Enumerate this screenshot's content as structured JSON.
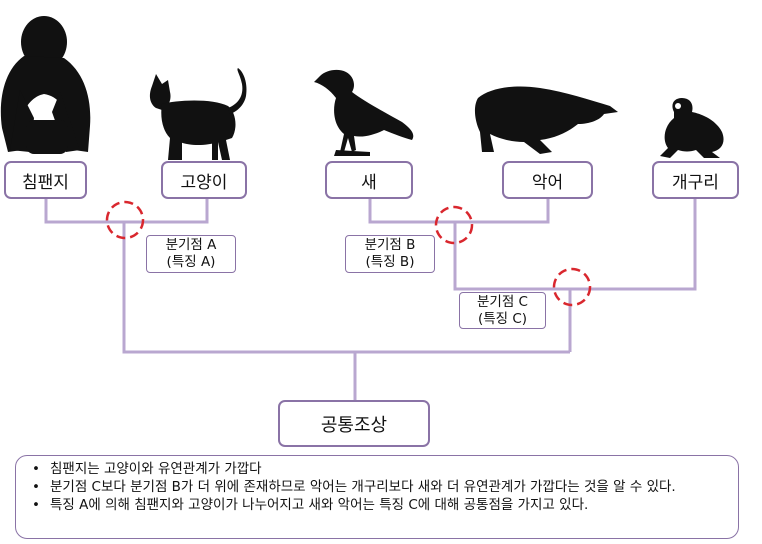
{
  "taxa": [
    {
      "id": "chimpanzee",
      "label": "침팬지",
      "silhouette": "chimpanzee-silhouette"
    },
    {
      "id": "cat",
      "label": "고양이",
      "silhouette": "cat-silhouette"
    },
    {
      "id": "bird",
      "label": "새",
      "silhouette": "bird-silhouette"
    },
    {
      "id": "crocodile",
      "label": "악어",
      "silhouette": "crocodile-silhouette"
    },
    {
      "id": "frog",
      "label": "개구리",
      "silhouette": "frog-silhouette"
    }
  ],
  "branch_points": {
    "a": {
      "name": "분기점 A",
      "trait": "(특징 A)"
    },
    "b": {
      "name": "분기점 B",
      "trait": "(특징 B)"
    },
    "c": {
      "name": "분기점 C",
      "trait": "(특징 C)"
    }
  },
  "ancestor": {
    "label": "공통조상"
  },
  "notes": [
    "침팬지는 고양이와 유연관계가 가깝다",
    "분기점 C보다 분기점 B가 더 위에 존재하므로 악어는 개구리보다 새와 더 유연관계가 가깝다는 것을 알 수 있다.",
    "특징 A에 의해 침팬지와 고양이가 나누어지고 새와 악어는 특징 C에 대해 공통점을 가지고 있다."
  ],
  "colors": {
    "line": "#b9a7d0",
    "box_border": "#8a73a6",
    "marker": "#d9272e",
    "silhouette": "#111111"
  }
}
